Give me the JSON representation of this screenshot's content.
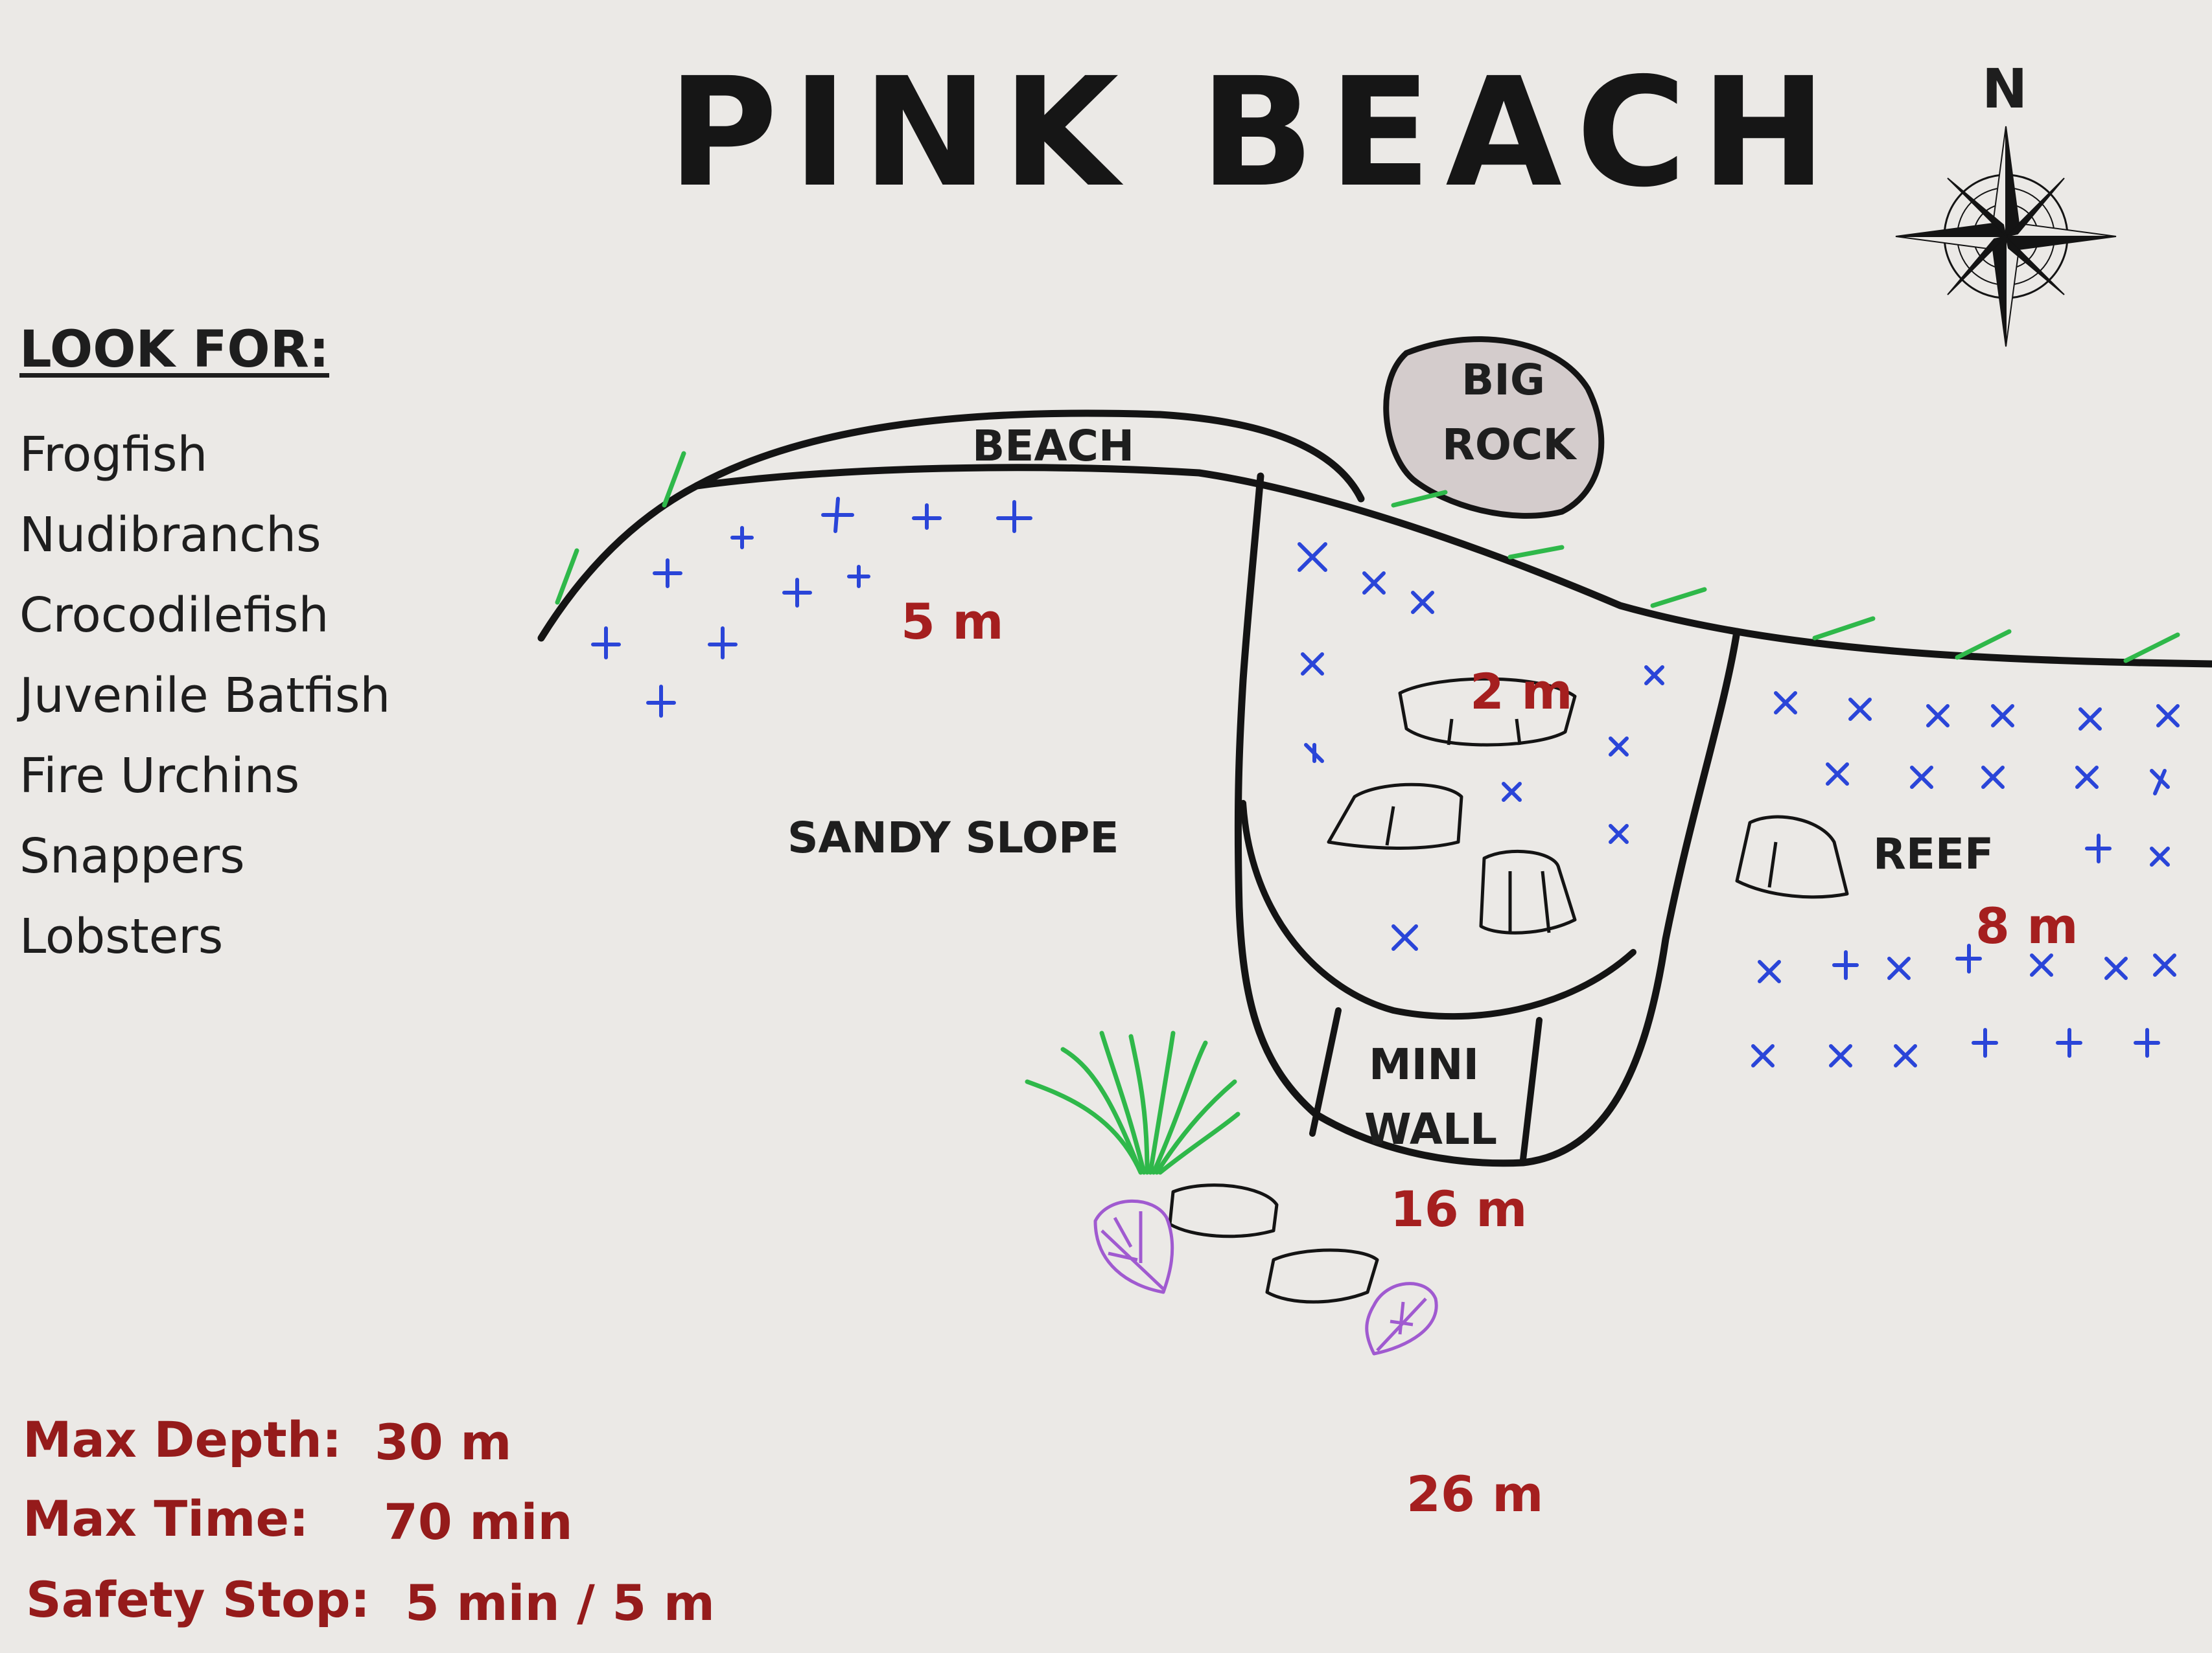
{
  "title": "PINK BEACH",
  "compass": {
    "label": "N",
    "icon": "compass-rose-icon"
  },
  "look_for": {
    "heading": "LOOK FOR:",
    "species": [
      "Frogfish",
      "Nudibranchs",
      "Crocodilefish",
      "Juvenile Batfish",
      "Fire Urchins",
      "Snappers",
      "Lobsters"
    ]
  },
  "dive_info": {
    "max_depth": {
      "label": "Max Depth:",
      "value": "30 m"
    },
    "max_time": {
      "label": "Max Time:",
      "value": "70 min"
    },
    "safety_stop": {
      "label": "Safety Stop:",
      "value": "5 min / 5 m"
    }
  },
  "areas": {
    "beach": "BEACH",
    "big_rock_line1": "BIG",
    "big_rock_line2": "ROCK",
    "sandy_slope": "SANDY SLOPE",
    "reef": "REEF",
    "mini_wall_line1": "MINI",
    "mini_wall_line2": "WALL"
  },
  "depths": {
    "slope": "5 m",
    "channel": "2 m",
    "reef": "8 m",
    "wall_base": "16 m",
    "deep": "26 m"
  },
  "colors": {
    "outline": "#141414",
    "coral_marks": "#2a45d8",
    "seagrass": "#2fb84a",
    "sponge": "#a05ad0",
    "depth_text": "#a51f1f",
    "rock_fill": "#d4cccc"
  }
}
